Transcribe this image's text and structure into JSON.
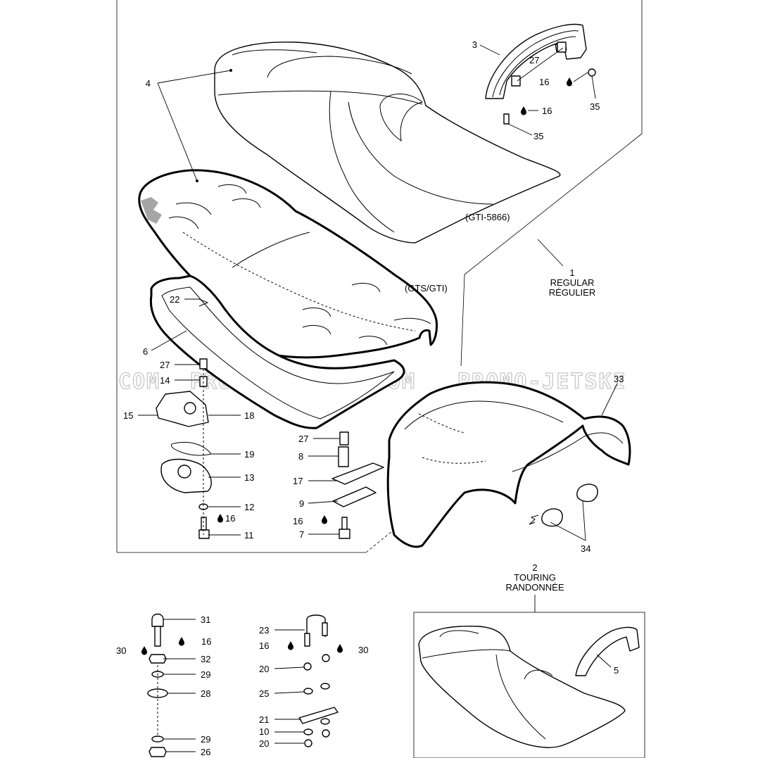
{
  "watermark": {
    "left": "COM",
    "middle": "PROMO-JETSKI.COM",
    "right": "PROMO-JETSKI"
  },
  "variants": {
    "gti_model": "(GTI-5866)",
    "gts_model": "(GTS/GTI)"
  },
  "assemblies": {
    "regular": {
      "number": "1",
      "line1": "REGULAR",
      "line2": "RÉGULIER"
    },
    "touring": {
      "number": "2",
      "line1": "TOURING",
      "line2": "RANDONNÉE"
    }
  },
  "callouts": {
    "c3": "3",
    "c4": "4",
    "c27a": "27",
    "c16a": "16",
    "c35a": "35",
    "c16b": "16",
    "c35b": "35",
    "c22": "22",
    "c6": "6",
    "c27b": "27",
    "c14": "14",
    "c15": "15",
    "c18": "18",
    "c19": "19",
    "c13": "13",
    "c12": "12",
    "c16c": "16",
    "c11": "11",
    "c27c": "27",
    "c8": "8",
    "c17": "17",
    "c9": "9",
    "c16d": "16",
    "c7": "7",
    "c33": "33",
    "c34": "34",
    "c5": "5",
    "c31": "31",
    "c16e": "16",
    "c30a": "30",
    "c32": "32",
    "c29a": "29",
    "c28": "28",
    "c29b": "29",
    "c26": "26",
    "c23": "23",
    "c16f": "16",
    "c30b": "30",
    "c20a": "20",
    "c25": "25",
    "c21": "21",
    "c10": "10",
    "c20b": "20"
  },
  "icons": {
    "drop": "oil-drop-icon"
  },
  "colors": {
    "ink": "#000000",
    "watermark": "#c8c8c8",
    "background": "#ffffff"
  }
}
